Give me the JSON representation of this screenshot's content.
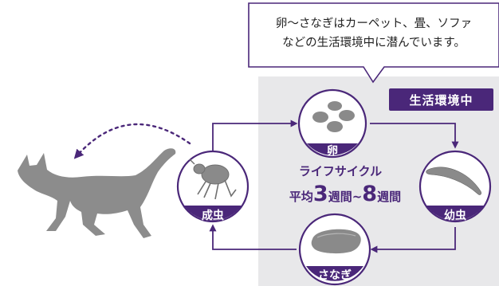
{
  "colors": {
    "accent": "#4a2779",
    "arrow": "#4a2779",
    "panel": "#e8e8ea",
    "icon": "#8a8a8a",
    "cat": "#8c8c8c"
  },
  "callout": {
    "line1": "卵～さなぎはカーペット、畳、ソファ",
    "line2": "などの生活環境中に潜んでいます。"
  },
  "environment_badge": "生活環境中",
  "stages": {
    "egg": {
      "label": "卵",
      "icon": "eggs-icon"
    },
    "larva": {
      "label": "幼虫",
      "icon": "larva-icon"
    },
    "pupa": {
      "label": "さなぎ",
      "icon": "pupa-icon"
    },
    "adult": {
      "label": "成虫",
      "icon": "flea-icon"
    }
  },
  "lifecycle": {
    "title": "ライフサイクル",
    "prefix": "平均",
    "min_weeks": "3",
    "unit": "週間",
    "tilde": "~",
    "max_weeks": "8"
  }
}
